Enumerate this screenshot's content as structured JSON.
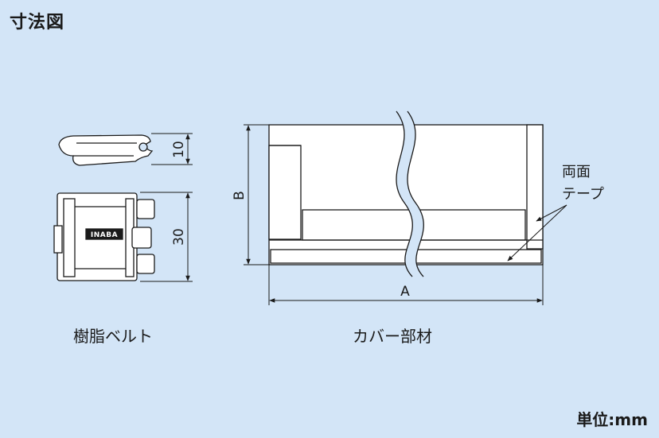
{
  "title": "寸法図",
  "belt": {
    "caption": "樹脂ベルト",
    "logo": "INABA",
    "dim_height_small": "10",
    "dim_height_large": "30"
  },
  "cover": {
    "caption": "カバー部材",
    "dim_a": "A",
    "dim_b": "B",
    "tape_label_line1": "両面",
    "tape_label_line2": "テープ"
  },
  "unit": "単位:mm"
}
